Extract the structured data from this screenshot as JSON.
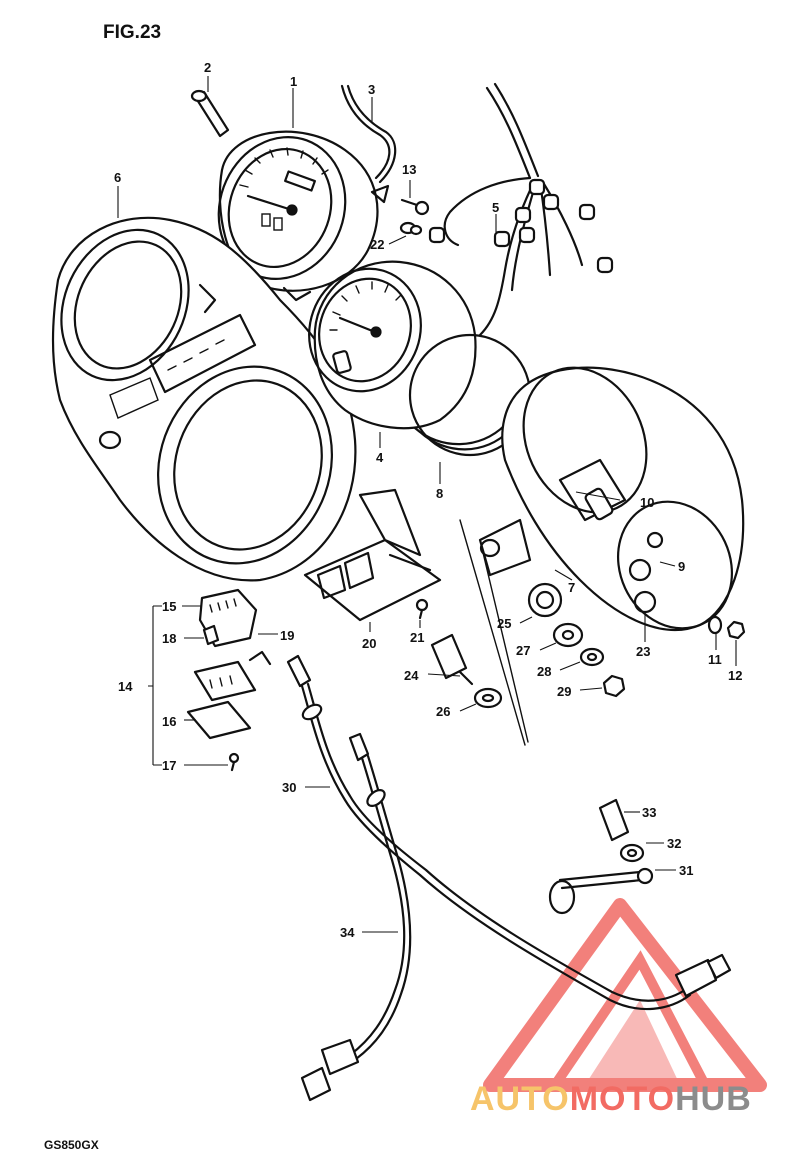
{
  "figure": {
    "title": "FIG.23",
    "model": "GS850GX"
  },
  "watermark": {
    "part1": "AUTO",
    "part2": "MOTO",
    "part3": "HUB",
    "colors": {
      "auto": "#f6c46a",
      "moto": "#f26b63",
      "hub": "#8c8c8c",
      "triangle": "#f06a65"
    }
  },
  "callouts": {
    "c1": "1",
    "c2": "2",
    "c3": "3",
    "c4": "4",
    "c5": "5",
    "c6": "6",
    "c7": "7",
    "c8": "8",
    "c9": "9",
    "c10": "10",
    "c11": "11",
    "c12": "12",
    "c13": "13",
    "c14": "14",
    "c15": "15",
    "c16": "16",
    "c17": "17",
    "c18": "18",
    "c19": "19",
    "c20": "20",
    "c21": "21",
    "c22": "22",
    "c23": "23",
    "c24": "24",
    "c25": "25",
    "c26": "26",
    "c27": "27",
    "c28": "28",
    "c29": "29",
    "c30": "30",
    "c31": "31",
    "c32": "32",
    "c33": "33",
    "c34": "34"
  }
}
